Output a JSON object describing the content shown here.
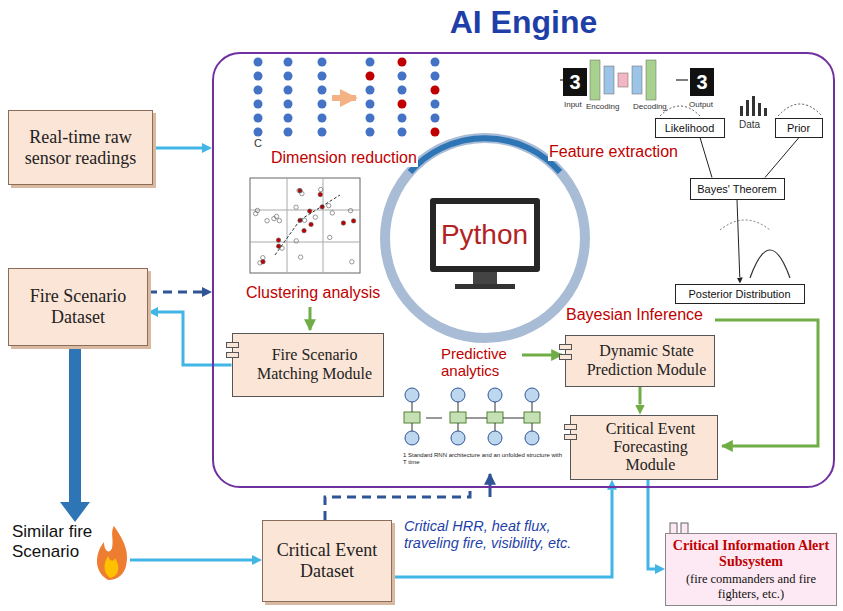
{
  "diagram": {
    "nodes": [
      {
        "text": [
          "AI Engine"
        ]
      },
      {
        "text": [
          "Real-time raw sensor readings"
        ]
      },
      {
        "text": [
          "Fire Scenario Dataset"
        ]
      },
      {
        "text": [
          "Python"
        ],
        "in": 0
      },
      {
        "text": [
          "Likelihood"
        ],
        "in": 0
      },
      {
        "text": [
          "Prior"
        ],
        "in": 0
      },
      {
        "text": [
          "Bayes' Theorem"
        ],
        "in": 0
      },
      {
        "text": [
          "Posterior Distribution"
        ],
        "in": 0
      },
      {
        "text": [
          "Fire Scenario Matching Module"
        ],
        "in": 0
      },
      {
        "text": [
          "Dynamic State Prediction Module"
        ],
        "in": 0
      },
      {
        "text": [
          "Critical Event Forecasting Module"
        ],
        "in": 0
      },
      {
        "text": [
          "Similar fire Scenario"
        ]
      },
      {
        "text": [
          "Critical Event Dataset"
        ]
      },
      {
        "text": [
          "Critical Information Alert Subsystem",
          "(fire commanders and fire fighters, etc.)"
        ]
      }
    ],
    "edges": [
      {
        "from": 1,
        "to": 0,
        "arrow": "to"
      },
      {
        "from": 2,
        "to": 0,
        "arrow": "to"
      },
      {
        "from": 8,
        "to": 2,
        "arrow": "to"
      },
      {
        "from": 2,
        "to": 11,
        "arrow": "to"
      },
      {
        "from": 11,
        "to": 12,
        "arrow": "to"
      },
      {
        "from": 12,
        "to": 0,
        "arrow": "none"
      },
      {
        "from": 12,
        "to": 10,
        "arrow": "to",
        "label": "Critical HRR, heat flux, traveling fire, visibility, etc."
      },
      {
        "from": 9,
        "to": 10,
        "arrow": "to"
      },
      {
        "from": 10,
        "to": 13,
        "arrow": "to"
      },
      {
        "from": 4,
        "to": 6,
        "arrow": "none"
      },
      {
        "from": 5,
        "to": 6,
        "arrow": "none"
      },
      {
        "from": 6,
        "to": 7,
        "arrow": "to"
      }
    ],
    "labels": [
      "Dimension reduction",
      "C",
      "Feature extraction",
      "Input",
      "Output",
      "Encoding",
      "Decoding",
      "3",
      "3",
      "Data",
      "Clustering analysis",
      "Bayesian Inference",
      "Predictive analytics",
      "1 Standard RNN architecture and an unfolded structure with T time"
    ]
  }
}
